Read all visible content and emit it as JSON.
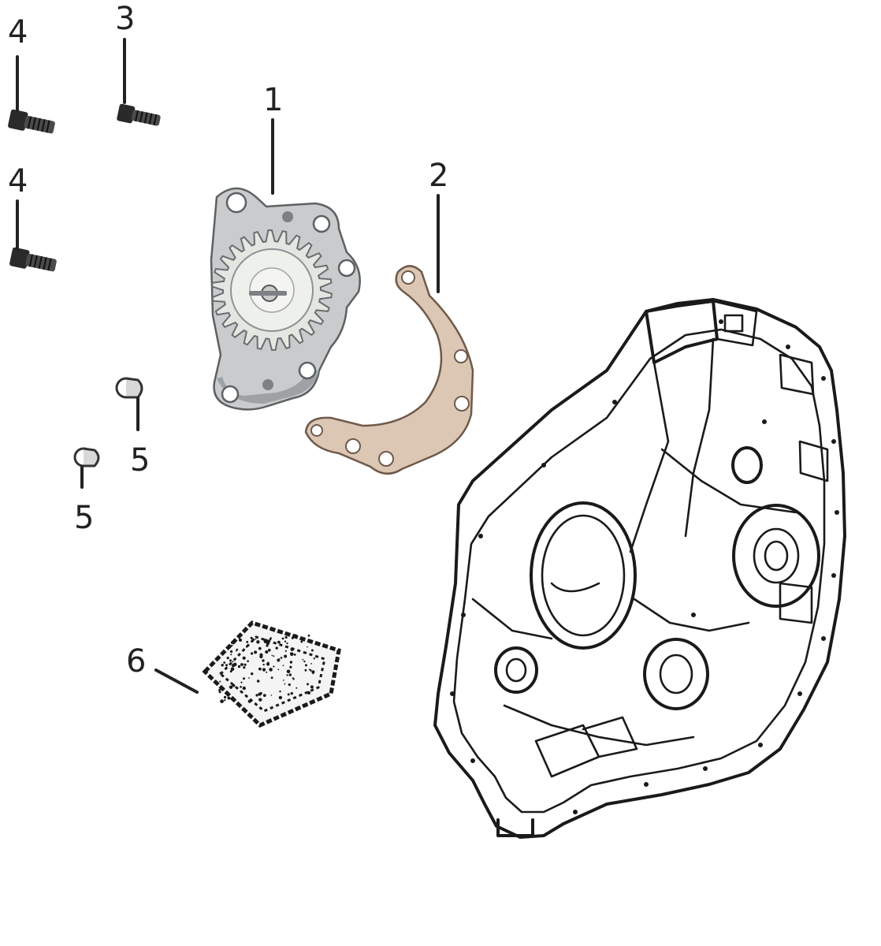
{
  "diagram": {
    "callouts": [
      {
        "id": "c4a",
        "label": "4"
      },
      {
        "id": "c3",
        "label": "3"
      },
      {
        "id": "c1",
        "label": "1"
      },
      {
        "id": "c4b",
        "label": "4"
      },
      {
        "id": "c2",
        "label": "2"
      },
      {
        "id": "c5a",
        "label": "5"
      },
      {
        "id": "c5b",
        "label": "5"
      },
      {
        "id": "c6",
        "label": "6"
      }
    ],
    "colors": {
      "ink": "#1a1a1a",
      "metal": "#c9cbcd",
      "metal_dark": "#7d8184",
      "gear": "#e4e6e2",
      "gasket": "#dcc6b4",
      "gasket_edge": "#6f5a4a",
      "background": "#ffffff"
    },
    "parts": [
      "oil-pump",
      "oil-pump-gasket",
      "bolt",
      "bolt",
      "bolt",
      "dowel-pin",
      "dowel-pin",
      "oil-filter-screen",
      "right-crankcase"
    ]
  }
}
